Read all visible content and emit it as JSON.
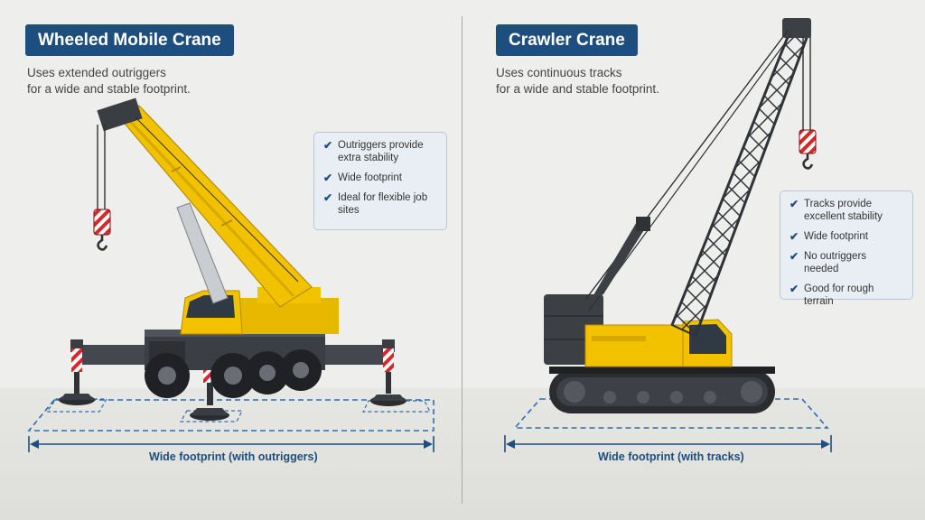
{
  "left": {
    "title": "Wheeled Mobile Crane",
    "subtitle_lines": [
      "Uses extended outriggers",
      "for a wide and stable footprint."
    ],
    "features": [
      "Outriggers provide extra stability",
      "Wide footprint",
      "Ideal for flexible job sites"
    ],
    "dimension_label": "Wide footprint (with outriggers)"
  },
  "right": {
    "title": "Crawler Crane",
    "subtitle_lines": [
      "Uses continuous tracks",
      "for a wide and stable footprint."
    ],
    "features": [
      "Tracks provide excellent stability",
      "Wide footprint",
      "No outriggers needed",
      "Good for rough terrain"
    ],
    "dimension_label": "Wide footprint (with tracks)"
  },
  "colors": {
    "accent": "#1d4e7e",
    "crane_yellow": "#f2c200",
    "steel": "#3c3f44",
    "warning_red": "#d62828"
  }
}
